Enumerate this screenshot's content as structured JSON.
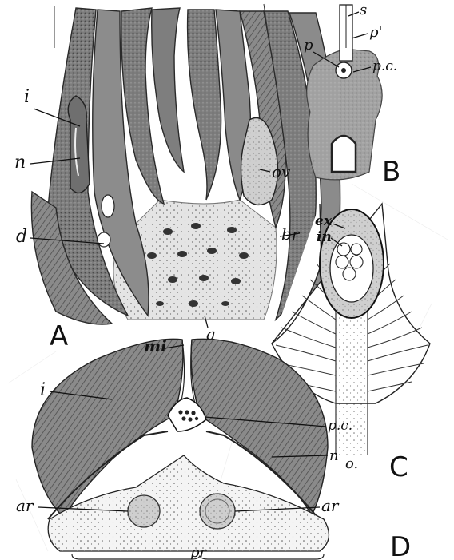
{
  "figure": {
    "panels": {
      "A": {
        "letter": "A",
        "labels": {
          "i": "i",
          "n": "n",
          "d": "d",
          "ov": "ov",
          "br": "br",
          "a": "a"
        }
      },
      "B": {
        "letter": "B",
        "labels": {
          "s": "s",
          "p_prime": "p'",
          "p": "p",
          "pc": "p.c."
        }
      },
      "C": {
        "letter": "C",
        "labels": {
          "ex": "ex",
          "in": "in",
          "o": "o."
        }
      },
      "D": {
        "letter": "D",
        "labels": {
          "mi": "mi",
          "i": "i",
          "pc": "p.c.",
          "n": "n",
          "ar_left": "ar",
          "ar_right": "ar",
          "pr": "pr"
        }
      }
    }
  }
}
